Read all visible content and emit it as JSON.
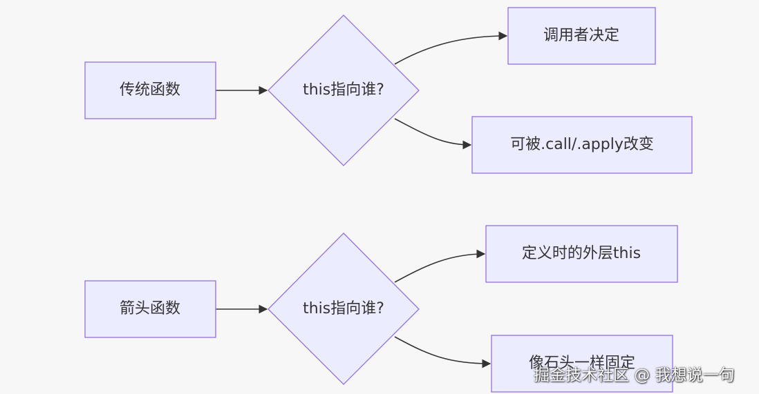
{
  "diagram": {
    "top": {
      "start": "传统函数",
      "decision": "this指向谁?",
      "out_upper": "调用者决定",
      "out_lower": "可被.call/.apply改变"
    },
    "bottom": {
      "start": "箭头函数",
      "decision": "this指向谁?",
      "out_upper": "定义时的外层this",
      "out_lower": "像石头一样固定"
    }
  },
  "watermark": "掘金技术社区 @ 我想说一句"
}
